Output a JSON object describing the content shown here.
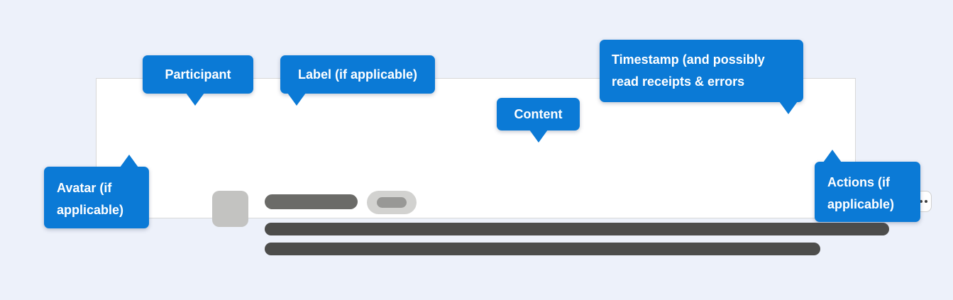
{
  "callouts": {
    "participant": "Participant",
    "label": "Label (if applicable)",
    "timestamp": "Timestamp (and possibly read receipts & errors",
    "content": "Content",
    "avatar": "Avatar (if applicable)",
    "actions": "Actions (if applicable)"
  },
  "message_mock": {
    "actions_icon": "ellipsis-icon"
  },
  "colors": {
    "background": "#EDF1FA",
    "callout_fill": "#0B7AD6",
    "callout_text": "#FFFFFF",
    "card_background": "#FFFFFF",
    "card_border": "#D8D8D8",
    "avatar_placeholder": "#C3C3C1",
    "participant_placeholder": "#6B6B68",
    "label_placeholder_outer": "#D2D2D0",
    "label_placeholder_inner": "#989896",
    "timestamp_placeholder": "#9A9A97",
    "content_placeholder": "#4D4D4B",
    "actions_dots": "#3F3F3F",
    "actions_border": "#CFCFCF"
  }
}
